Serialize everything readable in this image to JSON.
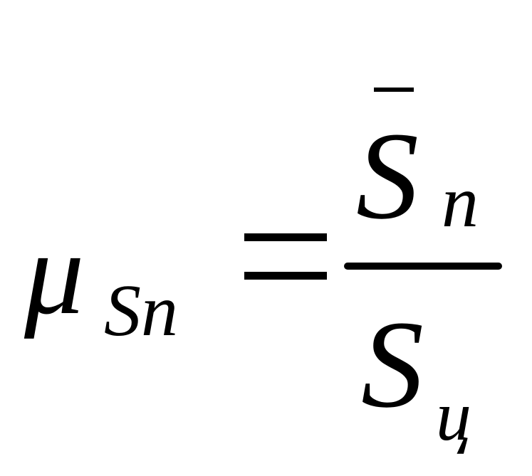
{
  "formula": {
    "lhs": {
      "symbol": "μ",
      "subscript": "Sn"
    },
    "relation": "=",
    "numerator": {
      "symbol": "S",
      "accent": "overline",
      "subscript": "n"
    },
    "denominator": {
      "symbol": "S",
      "subscript": "ц"
    }
  }
}
